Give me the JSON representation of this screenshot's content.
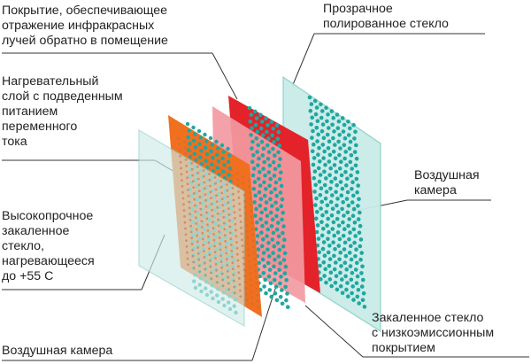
{
  "labels": {
    "coating": "Покрытие, обеспечивающее\nотражение инфракрасных\nлучей обратно в помещение",
    "clear_glass": "Прозрачное\nполированное стекло",
    "heating_layer": "Нагревательный\nслой с подведенным\nпитанием\nпеременного\nтока",
    "air_chamber_right": "Воздушная\nкамера",
    "tempered_glass": "Высокопрочное\nзакаленное\nстекло,\nнагревающееся\nдо +55 С",
    "low_e_glass": "Закаленное стекло\nс низкоэмиссионным\nпокрытием",
    "air_chamber_bottom": "Воздушная камера"
  },
  "colors": {
    "glass": "#bfe6e2",
    "glass_edge": "#7fc9c0",
    "heating": "#ee6a1c",
    "coating": "#e3222a",
    "pink_pane": "#f09aa3",
    "beads": "#1fa6a0",
    "leader": "#333333"
  }
}
